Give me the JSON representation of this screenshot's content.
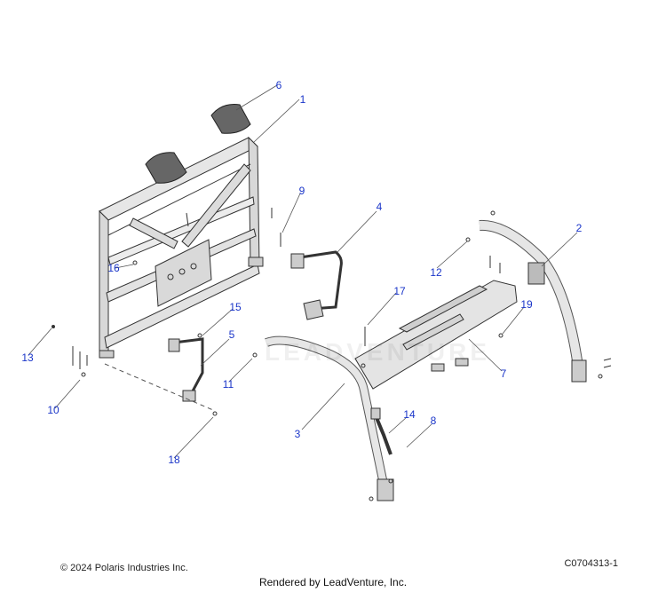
{
  "callouts": [
    {
      "id": "1",
      "label": "1"
    },
    {
      "id": "2",
      "label": "2"
    },
    {
      "id": "3",
      "label": "3"
    },
    {
      "id": "4",
      "label": "4"
    },
    {
      "id": "5",
      "label": "5"
    },
    {
      "id": "6",
      "label": "6"
    },
    {
      "id": "7",
      "label": "7"
    },
    {
      "id": "8",
      "label": "8"
    },
    {
      "id": "9",
      "label": "9"
    },
    {
      "id": "10",
      "label": "10"
    },
    {
      "id": "11",
      "label": "11"
    },
    {
      "id": "12",
      "label": "12"
    },
    {
      "id": "13",
      "label": "13"
    },
    {
      "id": "14",
      "label": "14"
    },
    {
      "id": "15",
      "label": "15"
    },
    {
      "id": "16",
      "label": "16"
    },
    {
      "id": "17",
      "label": "17"
    },
    {
      "id": "18",
      "label": "18"
    },
    {
      "id": "19",
      "label": "19"
    }
  ],
  "watermark": "LEADVENTURE",
  "footer": {
    "copyright": "© 2024 Polaris Industries Inc.",
    "diagram_code": "C0704313-1",
    "rendered_by": "Rendered by LeadVenture, Inc."
  },
  "colors": {
    "callout": "#1a35c9",
    "line": "#333333",
    "part_fill": "#e2e2e2"
  }
}
